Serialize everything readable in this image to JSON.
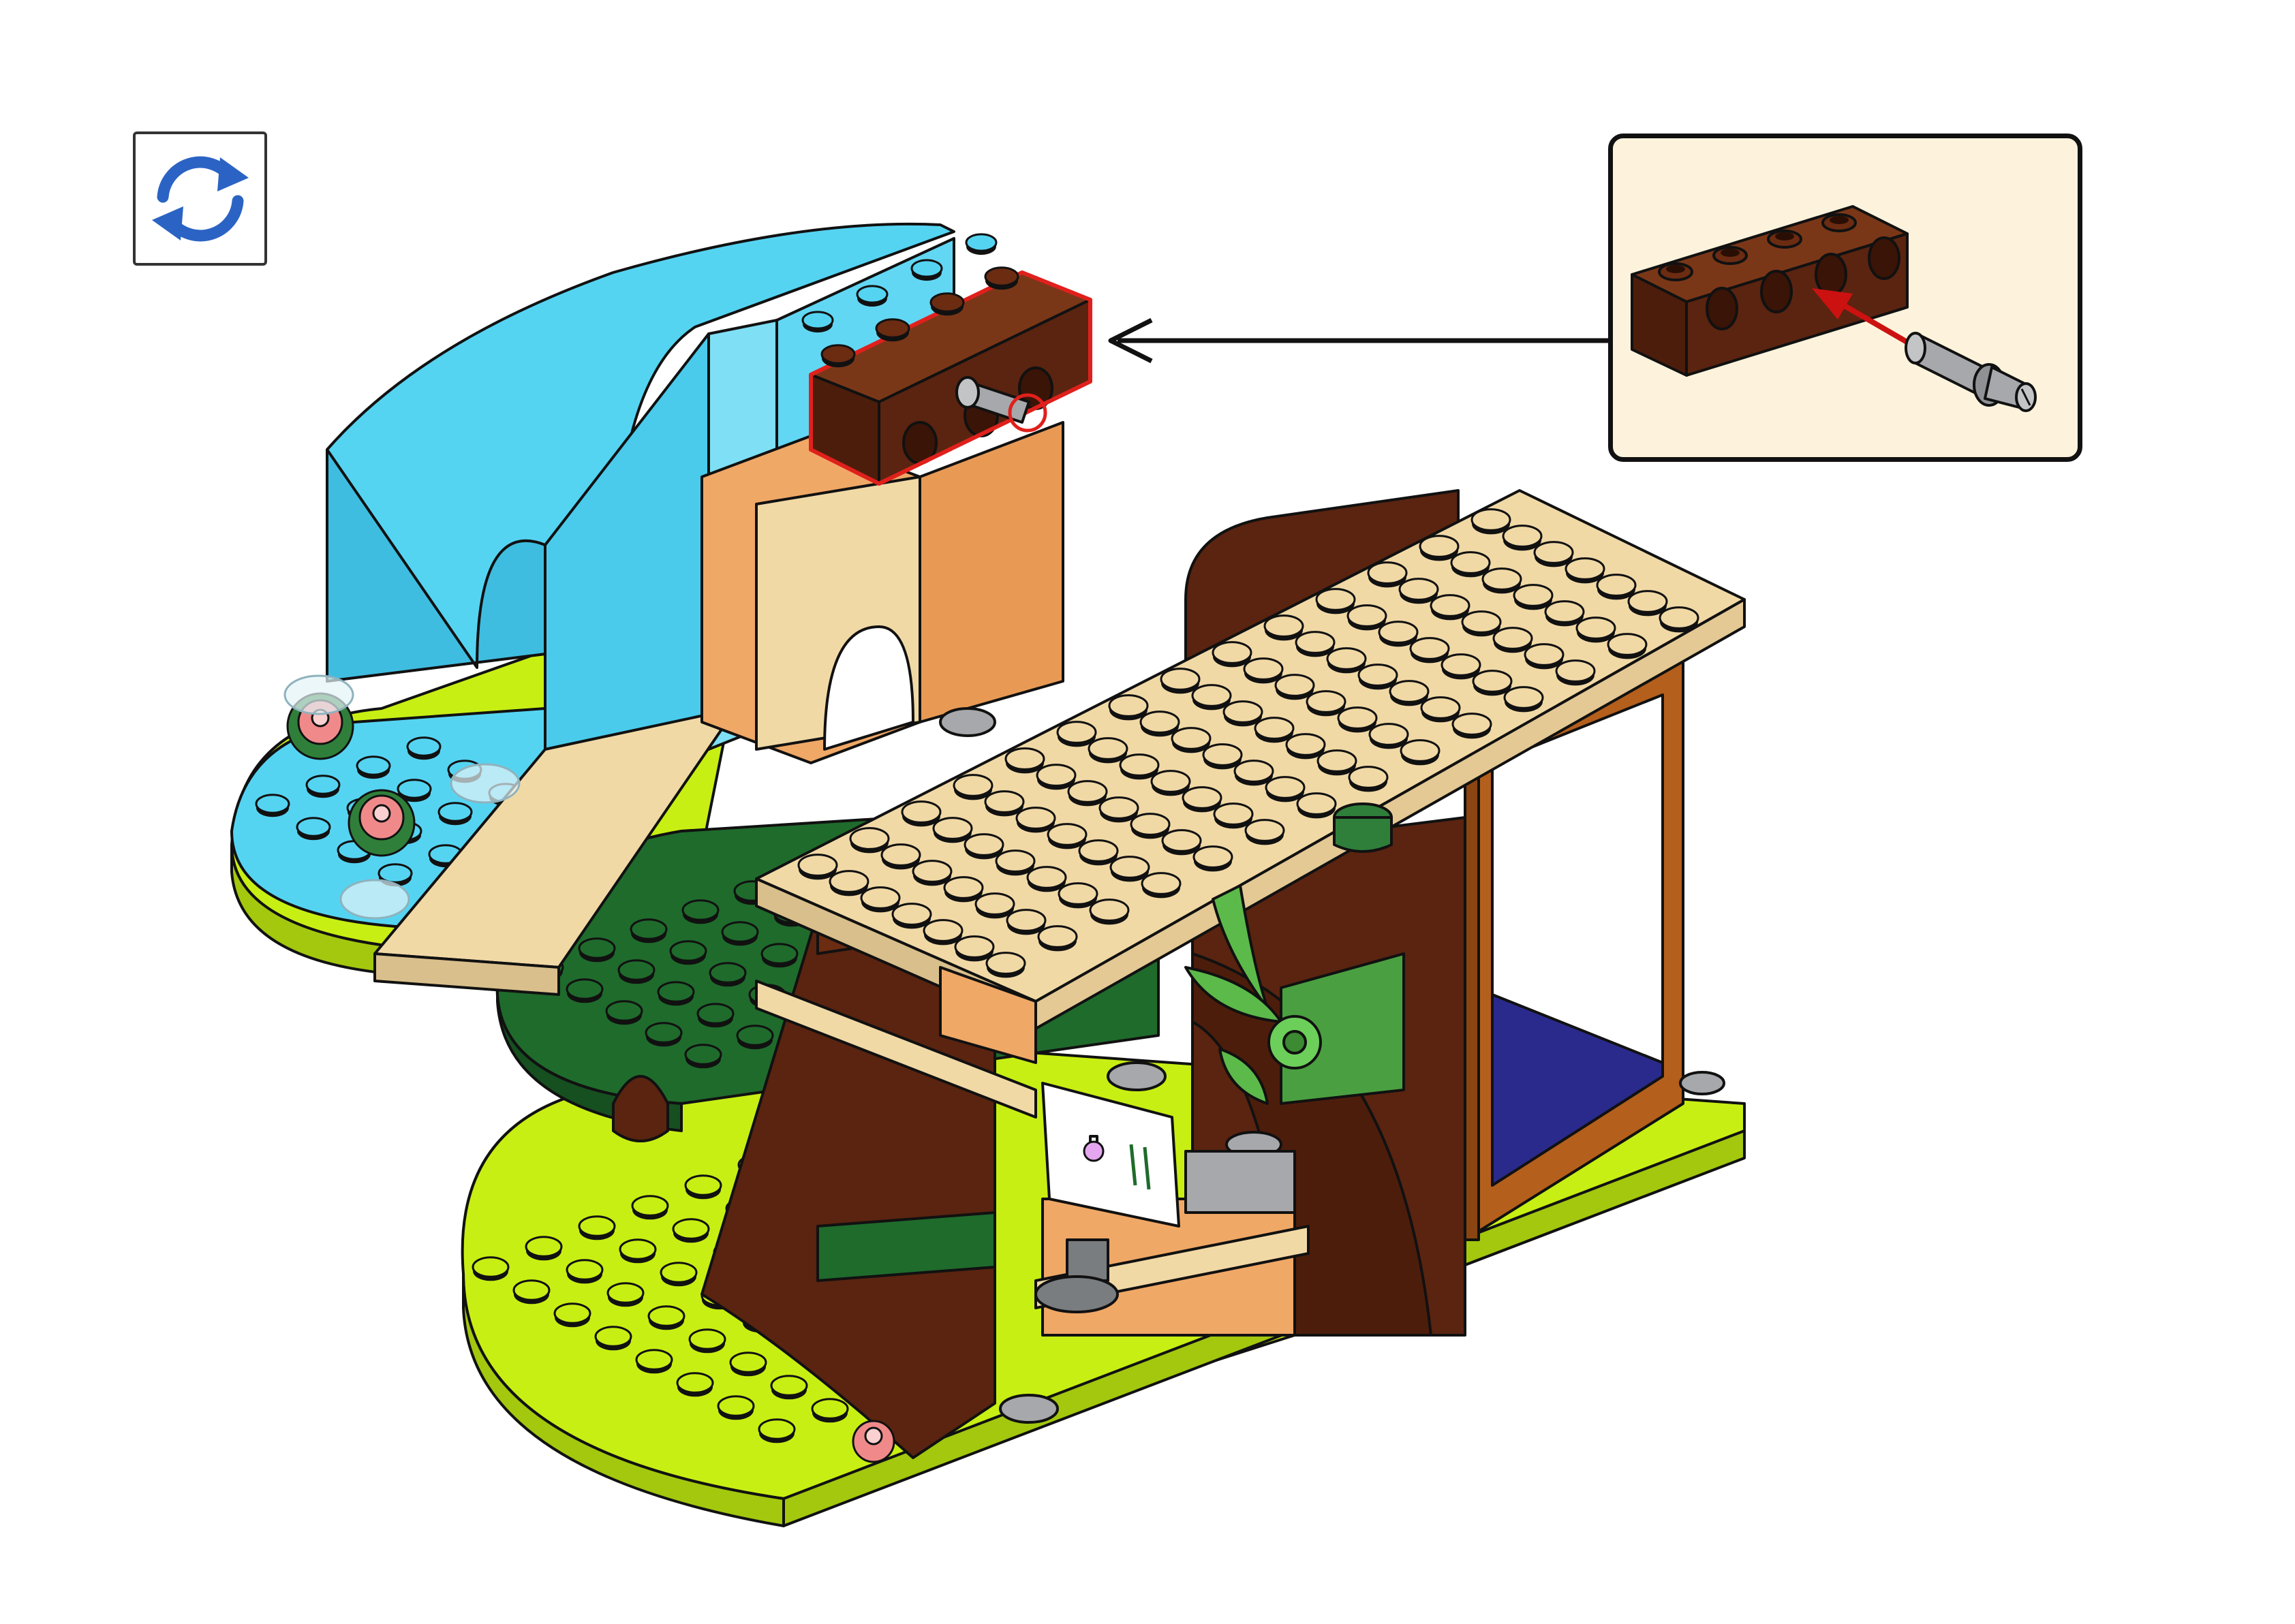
{
  "page": {
    "background": "#ffffff"
  },
  "rotate_indicator": {
    "icon": "rotate-model-icon",
    "color": "#2b63c4"
  },
  "callout": {
    "background": "#fdf3dc",
    "parts": [
      {
        "name": "technic-brick-1x4",
        "color": "#5a2410"
      },
      {
        "name": "technic-pin-with-friction",
        "color": "#a6a8ab"
      }
    ],
    "insertion_arrow_color": "#cc1111"
  },
  "step_arrow": {
    "direction": "left",
    "color": "#111111"
  },
  "model": {
    "highlighted_part": "technic-brick-1x4",
    "highlight_color": "#e0201c",
    "colors": {
      "lime_baseplate": "#c8ef13",
      "dark_green": "#1f6b2c",
      "medium_azure": "#55d4f2",
      "tan": "#f1d9a6",
      "reddish_brown": "#5a2410",
      "medium_nougat": "#f0a866",
      "dark_orange": "#b45f1c",
      "dark_blue": "#2a2a8c",
      "light_gray": "#a6a8ab"
    }
  }
}
